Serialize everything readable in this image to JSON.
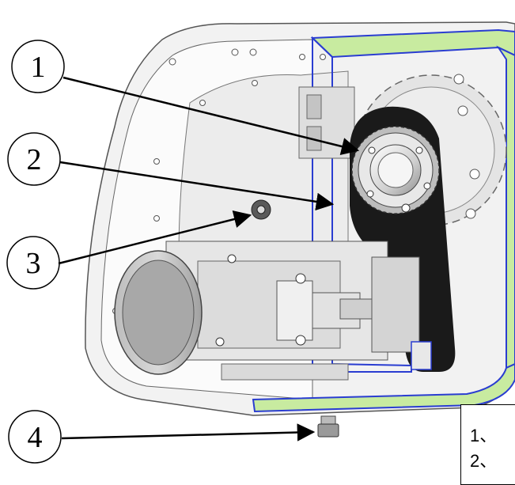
{
  "callouts": [
    {
      "label": "1"
    },
    {
      "label": "2"
    },
    {
      "label": "3"
    },
    {
      "label": "4"
    }
  ],
  "legend": {
    "lines": [
      "1、",
      "2、"
    ]
  },
  "colors": {
    "housing_fill": "#f2f2f2",
    "seal_green": "#c8eba0",
    "seal_blue": "#2a3dd1",
    "belt": "#1a1a1a",
    "metal_light": "#e6e6e6",
    "metal_dark": "#9a9a9a",
    "leader": "#000000"
  }
}
